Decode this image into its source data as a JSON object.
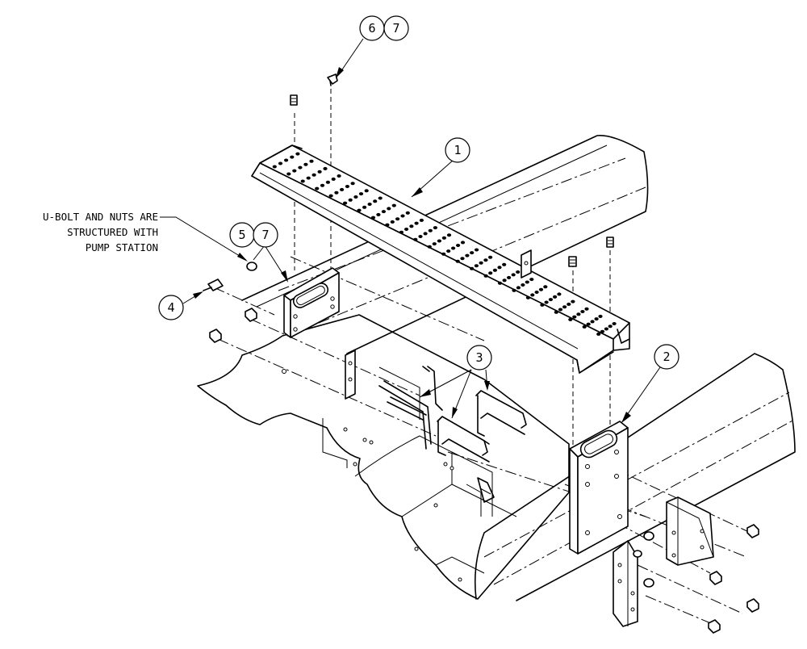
{
  "callouts": {
    "c1": "1",
    "c2": "2",
    "c3": "3",
    "c4": "4",
    "c5": "5",
    "c6": "6",
    "c7a": "7",
    "c7b": "7"
  },
  "note": {
    "line1": "U-BOLT AND NUTS ARE",
    "line2": "STRUCTURED WITH",
    "line3": "PUMP STATION"
  }
}
